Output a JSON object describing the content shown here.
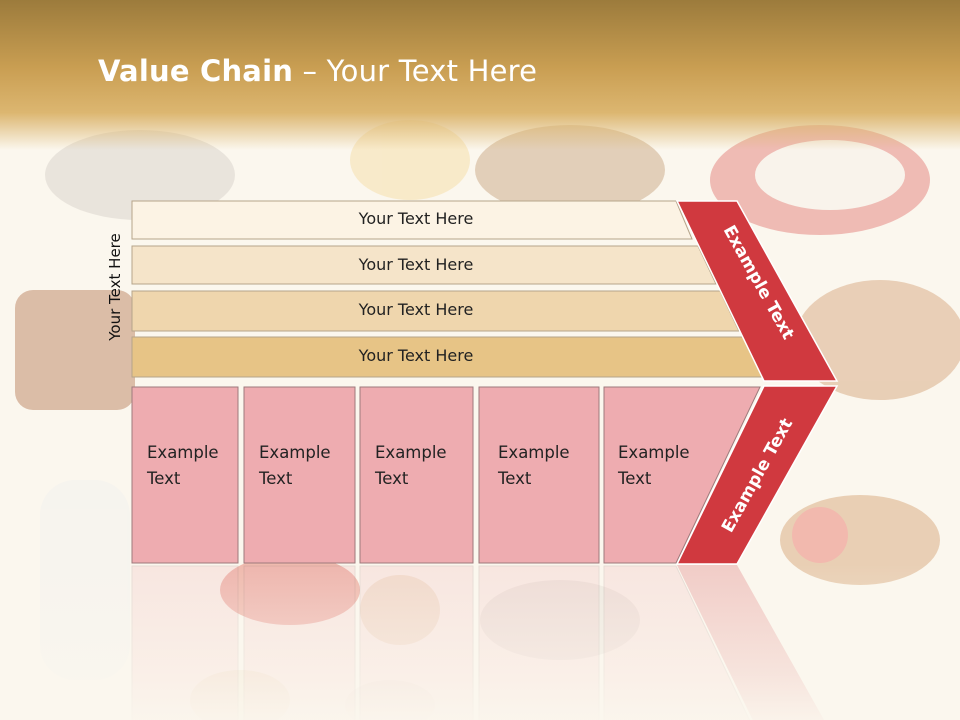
{
  "title": {
    "bold": "Value Chain",
    "rest": " – Your Text Here"
  },
  "vertical_label": "Your Text Here",
  "rows": [
    {
      "label": "Your Text Here",
      "fill": "#fcf3e4"
    },
    {
      "label": "Your Text Here",
      "fill": "#f5e4c9"
    },
    {
      "label": "Your Text Here",
      "fill": "#efd6ad"
    },
    {
      "label": "Your Text Here",
      "fill": "#e7c486"
    }
  ],
  "cells": [
    {
      "line1": "Example",
      "line2": "Text"
    },
    {
      "line1": "Example",
      "line2": "Text"
    },
    {
      "line1": "Example",
      "line2": "Text"
    },
    {
      "line1": "Example",
      "line2": "Text"
    },
    {
      "line1": "Example",
      "line2": "Text"
    }
  ],
  "arrow_upper": "Example Text",
  "arrow_lower": "Example Text",
  "colors": {
    "arrow": "#d0393f",
    "cell": "#eeacb0",
    "cell_border": "#9e7a7c"
  }
}
